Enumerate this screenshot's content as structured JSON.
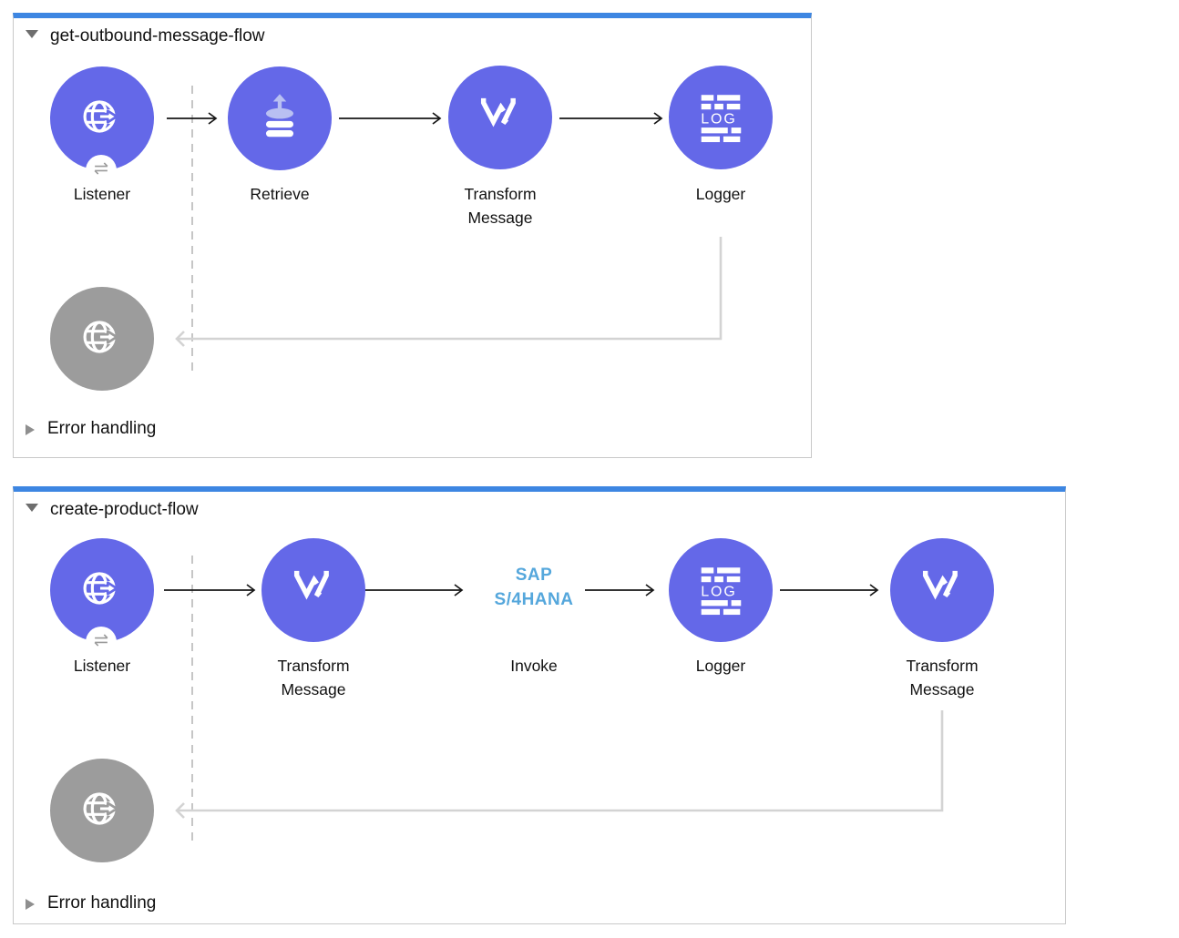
{
  "colors": {
    "node_fill": "#6468e8",
    "node_fill_disabled": "#9c9c9c",
    "flow_top_border": "#3d86e2",
    "flow_border": "#c9c9c9",
    "sap_logo_blue": "#55a7dc",
    "connector_line": "#161616",
    "return_line": "#d3d3d3"
  },
  "flows": [
    {
      "title": "get-outbound-message-flow",
      "error_handling": {
        "label": "Error handling"
      },
      "nodes": [
        {
          "label": "Listener",
          "icon": "http-listener-icon",
          "badge_icon": "exchange-arrows-icon"
        },
        {
          "label": "Retrieve",
          "icon": "retrieve-database-icon"
        },
        {
          "label": "Transform Message",
          "icon": "dataweave-transform-icon"
        },
        {
          "label": "Logger",
          "icon": "logger-icon"
        }
      ],
      "response_node": {
        "icon": "http-listener-response-icon"
      }
    },
    {
      "title": "create-product-flow",
      "error_handling": {
        "label": "Error handling"
      },
      "nodes": [
        {
          "label": "Listener",
          "icon": "http-listener-icon",
          "badge_icon": "exchange-arrows-icon"
        },
        {
          "label": "Transform Message",
          "icon": "dataweave-transform-icon"
        },
        {
          "label": "Invoke",
          "icon": "sap-s4hana-logo",
          "logo_lines": [
            "SAP",
            "S/4HANA"
          ]
        },
        {
          "label": "Logger",
          "icon": "logger-icon"
        },
        {
          "label": "Transform Message",
          "icon": "dataweave-transform-icon"
        }
      ],
      "response_node": {
        "icon": "http-listener-response-icon"
      }
    }
  ]
}
